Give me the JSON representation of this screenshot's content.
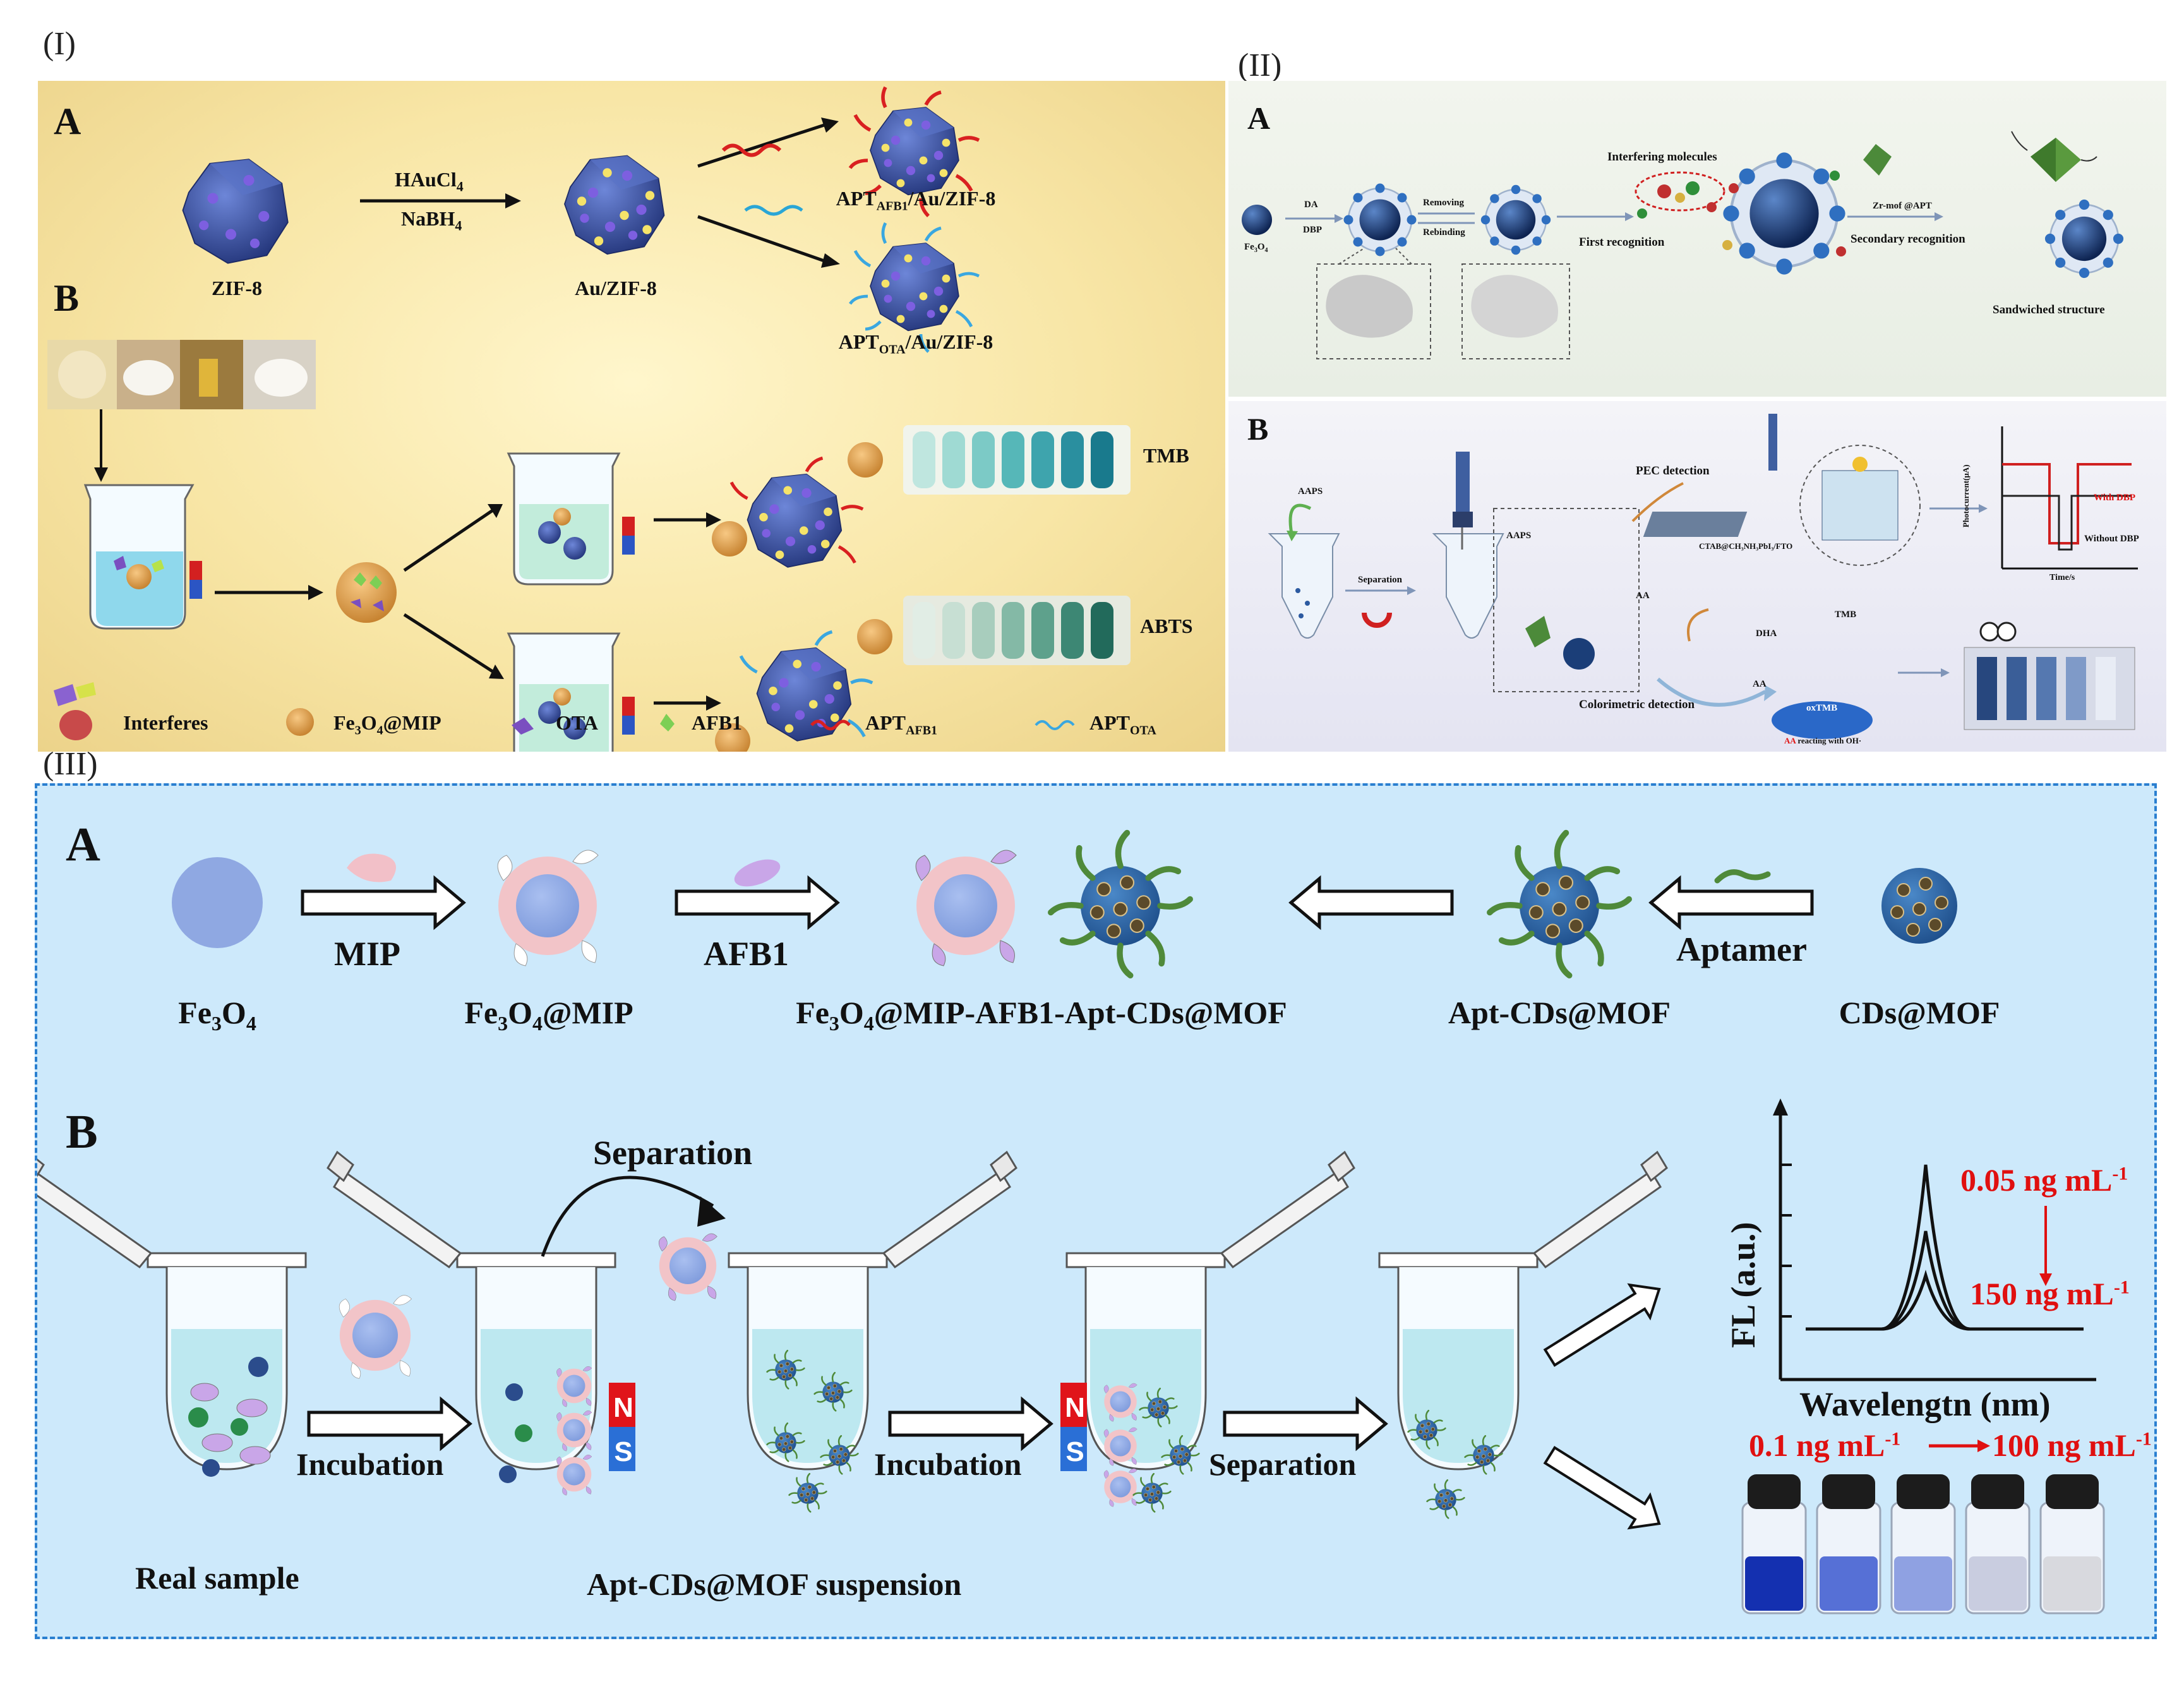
{
  "panels": {
    "p1_label": "(I)",
    "p2_label": "(II)",
    "p3_label": "(III)"
  },
  "p1": {
    "a_label": "A",
    "b_label": "B",
    "zif8": "ZIF-8",
    "reagent1": "HAuCl",
    "reagent1_sub": "4",
    "reagent2": "NaBH",
    "reagent2_sub": "4",
    "auzif8": "Au/ZIF-8",
    "apt_afb1_prefix": "APT",
    "apt_afb1_sub": "AFB1",
    "apt_afb1_suffix": "/Au/ZIF-8",
    "apt_ota_prefix": "APT",
    "apt_ota_sub": "OTA",
    "apt_ota_suffix": "/Au/ZIF-8",
    "tmb": "TMB",
    "abts": "ABTS",
    "legend": {
      "interferes": "Interferes",
      "mip_pre": "Fe",
      "mip_s1": "3",
      "mip_mid": "O",
      "mip_s2": "4",
      "mip_post": "@MIP",
      "ota": "OTA",
      "afb1": "AFB1",
      "apt_afb1": "APT",
      "apt_afb1_sub": "AFB1",
      "apt_ota": "APT",
      "apt_ota_sub": "OTA"
    },
    "colors": {
      "bg_center": "#fff4c4",
      "bg_edge": "#f1d98a",
      "zif": "#3b4f9c"
    }
  },
  "p2": {
    "a_label": "A",
    "b_label": "B",
    "fe3o4": "Fe",
    "fe3o4_sub": "3",
    "fe3o4_o": "O",
    "fe3o4_sub2": "4",
    "da": "DA",
    "dbp": "DBP",
    "removing": "Removing",
    "rebinding": "Rebinding",
    "interfering": "Interfering molecules",
    "first_recognition": "First recognition",
    "secondary_reagent": "Zr-mof @APT",
    "secondary_recognition": "Secondary recognition",
    "sandwiched": "Sandwiched structure",
    "aaps": "AAPS",
    "separation": "Separation",
    "pec": "PEC detection",
    "electrode": "CTAB@CH₃NH₃PbI₃/FTO",
    "colorimetric": "Colorimetric detection",
    "dha": "DHA",
    "aa": "AA",
    "tmb": "TMB",
    "oxtmb": "oxTMB",
    "aa_note_red": "AA",
    "aa_note": " reacting with OH·",
    "with_dbp": "With DBP",
    "without_dbp": "Without DBP",
    "y_axis": "Photocurrent(μA)",
    "x_axis": "Time/s",
    "colors": {
      "bg_top": "#eef2ea",
      "bg_bottom": "#e6e6f4",
      "particle": "#1b3e78"
    }
  },
  "p3": {
    "a_label": "A",
    "b_label": "B",
    "fe3o4": "Fe",
    "fe3o4_s1": "3",
    "fe3o4_o": "O",
    "fe3o4_s2": "4",
    "mip_arrow": "MIP",
    "afb1_arrow": "AFB1",
    "fe3o4mip": "@MIP",
    "complex": "@MIP-AFB1-Apt-CDs@MOF",
    "aptcds": "Apt-CDs@MOF",
    "aptamer_arrow": "Aptamer",
    "cdsmof": "CDs@MOF",
    "separation_top": "Separation",
    "incubation1": "Incubation",
    "incubation2": "Incubation",
    "separation2": "Separation",
    "real_sample": "Real sample",
    "suspension": "Apt-CDs@MOF suspension",
    "magnet_n": "N",
    "magnet_s": "S",
    "fl_y": "FL (a.u.)",
    "fl_x": "Wavelengtn (nm)",
    "conc_high": "0.05 ng mL",
    "conc_high_sup": "-1",
    "conc_low": "150 ng mL",
    "conc_low_sup": "-1",
    "range_low": "0.1 ng mL",
    "range_low_sup": "-1",
    "range_high": "100 ng mL",
    "range_high_sup": "-1",
    "vial_colors": [
      "#1430b0",
      "#5670d6",
      "#8fa1e2",
      "#c9cde0",
      "#d8d9de"
    ],
    "colors": {
      "bg": "#cde9fb",
      "border": "#2a7fd0",
      "accent": "#e01010"
    }
  }
}
